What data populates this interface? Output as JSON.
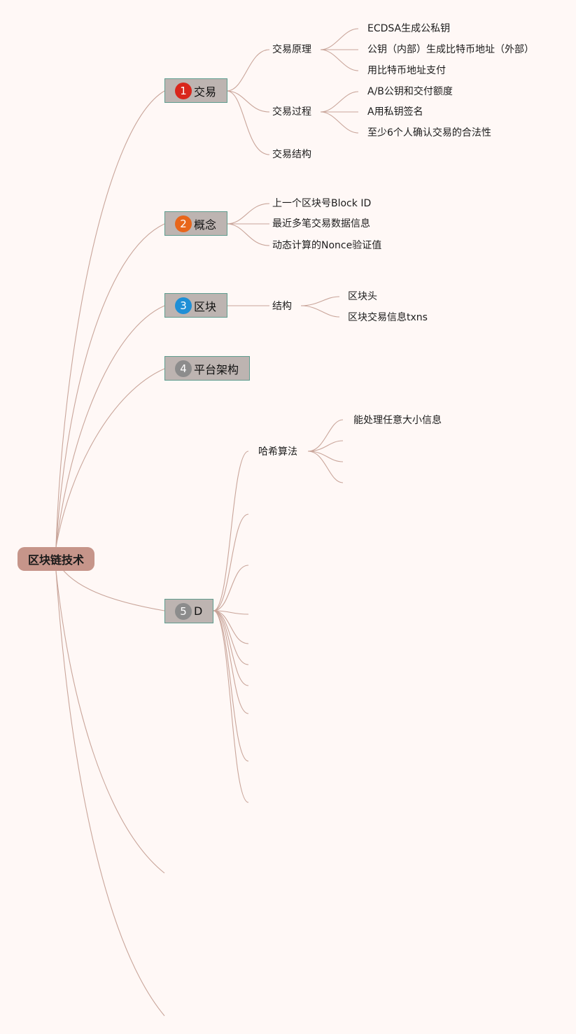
{
  "root": {
    "label": "区块链技术"
  },
  "branches": [
    {
      "num": "1",
      "label": "交易",
      "badge_color": "#d9261c",
      "children": [
        {
          "label": "交易原理",
          "children": [
            "ECDSA生成公私钥",
            "公钥（内部）生成比特币地址（外部）",
            "用比特币地址支付"
          ]
        },
        {
          "label": "交易过程",
          "children": [
            "A/B公钥和交付额度",
            "A用私钥签名",
            "至少6个人确认交易的合法性"
          ]
        },
        {
          "label": "交易结构"
        }
      ]
    },
    {
      "num": "2",
      "label": "概念",
      "badge_color": "#e8661b",
      "children": [
        {
          "label": "上一个区块号Block ID"
        },
        {
          "label": "最近多笔交易数据信息"
        },
        {
          "label": "动态计算的Nonce验证值"
        }
      ]
    },
    {
      "num": "3",
      "label": "区块",
      "badge_color": "#1f8fd6",
      "children": [
        {
          "label": "结构",
          "children": [
            "区块头",
            "区块交易信息txns"
          ]
        }
      ]
    },
    {
      "num": "4",
      "label": "平台架构",
      "badge_color": "#8c8c8c"
    },
    {
      "num": "5",
      "label": "D",
      "badge_color": "#8c8c8c",
      "children": [
        {
          "label": "哈希算法",
          "children": [
            "能处理任意大小信息"
          ]
        }
      ]
    }
  ]
}
